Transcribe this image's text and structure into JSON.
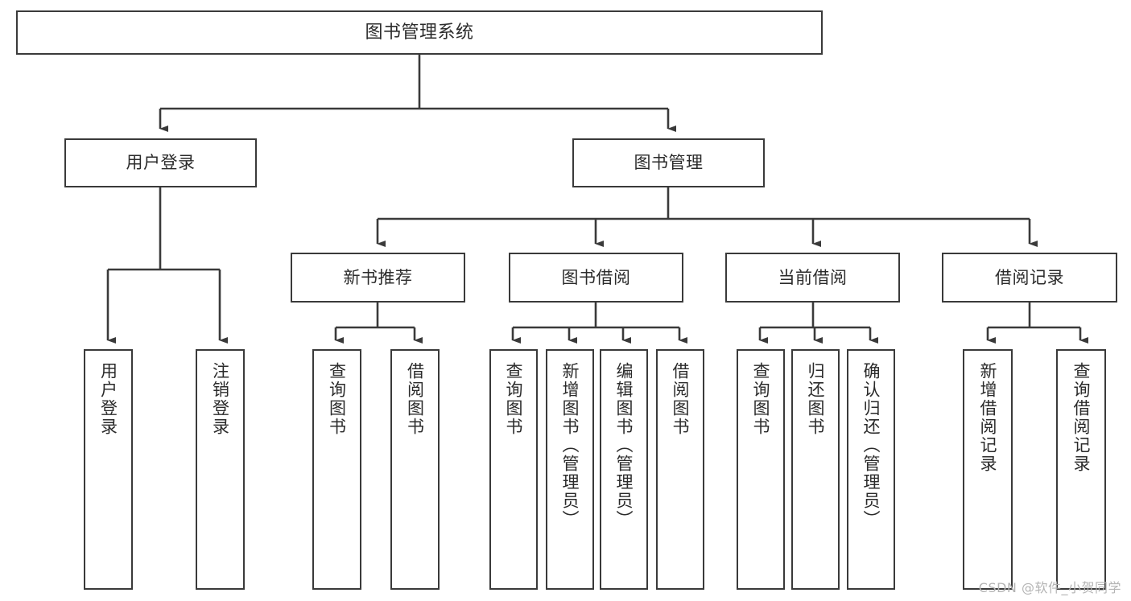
{
  "diagram": {
    "title": "图书管理系统",
    "watermark": "CSDN @软件_小贺同学",
    "colors": {
      "background": "#ffffff",
      "box_border": "#3a3a3a",
      "box_fill": "#ffffff",
      "text": "#2b2b2b",
      "connector": "#3a3a3a",
      "watermark": "#b4b4b4"
    },
    "nodes": {
      "root": {
        "label": "图书管理系统"
      },
      "level1": [
        {
          "label": "用户登录"
        },
        {
          "label": "图书管理"
        }
      ],
      "level2": [
        {
          "label": "新书推荐"
        },
        {
          "label": "图书借阅"
        },
        {
          "label": "当前借阅"
        },
        {
          "label": "借阅记录"
        }
      ],
      "leaves": {
        "user_login": [
          {
            "label": "用户登录"
          },
          {
            "label": "注销登录"
          }
        ],
        "new_book_recommend": [
          {
            "label": "查询图书"
          },
          {
            "label": "借阅图书"
          }
        ],
        "book_borrow": [
          {
            "label": "查询图书"
          },
          {
            "label": "新增图书（管理员）"
          },
          {
            "label": "编辑图书（管理员）"
          },
          {
            "label": "借阅图书"
          }
        ],
        "current_borrow": [
          {
            "label": "查询图书"
          },
          {
            "label": "归还图书"
          },
          {
            "label": "确认归还（管理员）"
          }
        ],
        "borrow_record": [
          {
            "label": "新增借阅记录"
          },
          {
            "label": "查询借阅记录"
          }
        ]
      }
    }
  }
}
